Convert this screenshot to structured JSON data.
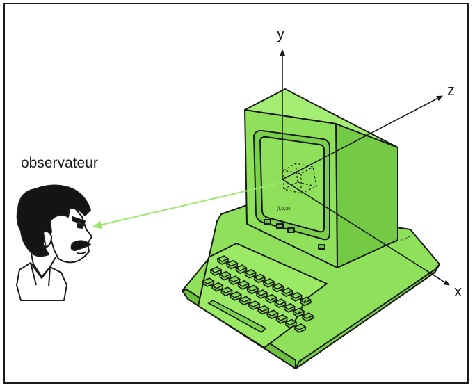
{
  "labels": {
    "observer": "observateur",
    "axis_x": "x",
    "axis_y": "y",
    "axis_z": "z",
    "origin": "(l,0,0)"
  },
  "colors": {
    "computer_fill": "#8fe05a",
    "computer_dark": "#6cc23e",
    "line": "#1a1a1a",
    "sight_line": "#9be86f"
  }
}
